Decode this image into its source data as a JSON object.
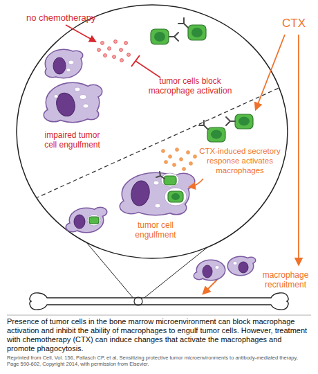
{
  "diagram": {
    "caption": "Presence of tumor cells in the bone marrow microenvironment can block macrophage activation and inhibit the ability of macrophages to engulf tumor cells. However, treatment with chemotherapy (CTX) can induce changes that activate the macrophages and promote phagocytosis.",
    "labels": [
      "no chemotherapy",
      "CTX",
      "tumor cells block macrophage activation",
      "impaired tumor cell engulfment",
      "CTX-induced secretory response activates macrophages",
      "tumor cell engulfment",
      "macrophage recruitment",
      "Reprinted from Cell, Vol. 156, Pallasch CP, et al, Sensitizing protective tumor microenvironments to antibody-mediated therapy, Page 590-602, Copyright 2014, with permission from Elsevier."
    ]
  }
}
